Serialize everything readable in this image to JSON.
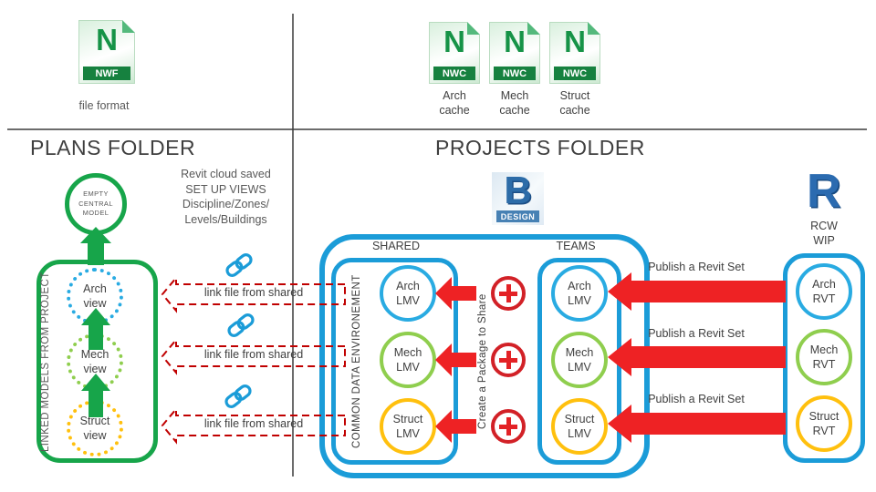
{
  "colors": {
    "green": "#17a54a",
    "blue": "#1b9cd8",
    "circle-blue": "#29abe2",
    "circle-green": "#8fce4e",
    "circle-yellow": "#ffc00e",
    "red": "#ee2224",
    "dark-red": "#c00000",
    "ink": "#404040",
    "gray": "#595959",
    "nw-band": "#16813f",
    "nw-letter": "#169347",
    "revit-blue": "#2b6bb0",
    "bim-blue": "#2d6ca8"
  },
  "header": {
    "file_format_label": "file format",
    "nwf_ext": "NWF",
    "caches": [
      {
        "ext": "NWC",
        "label": "Arch\ncache"
      },
      {
        "ext": "NWC",
        "label": "Mech\ncache"
      },
      {
        "ext": "NWC",
        "label": "Struct\ncache"
      }
    ]
  },
  "plans": {
    "title": "PLANS FOLDER",
    "central_model": "EMPTY\nCENTRAL\nMODEL",
    "box_label": "LINKED MODELS FROM PROJECT",
    "views": [
      "Arch\nview",
      "Mech\nview",
      "Struct\nview"
    ],
    "cloud_note": "Revit cloud saved\nSET UP VIEWS\nDiscipline/Zones/\nLevels/Buildings"
  },
  "links": {
    "labels": [
      "link file from shared",
      "link file from shared",
      "link file from shared"
    ]
  },
  "projects": {
    "title": "PROJECTS FOLDER",
    "bim_letter": "B",
    "bim_sub": "DESIGN",
    "revit_letter": "R",
    "revit_label": "RCW\nWIP",
    "cde_label": "COMMON DATA ENVIRONEMENT",
    "shared_label": "SHARED",
    "teams_label": "TEAMS",
    "package_label": "Create a Package to Share",
    "publish_labels": [
      "Publish a Revit Set",
      "Publish a Revit Set",
      "Publish a Revit Set"
    ],
    "shared_items": [
      "Arch\nLMV",
      "Mech\nLMV",
      "Struct\nLMV"
    ],
    "teams_items": [
      "Arch\nLMV",
      "Mech\nLMV",
      "Struct\nLMV"
    ],
    "wip_items": [
      "Arch\nRVT",
      "Mech\nRVT",
      "Struct\nRVT"
    ]
  }
}
